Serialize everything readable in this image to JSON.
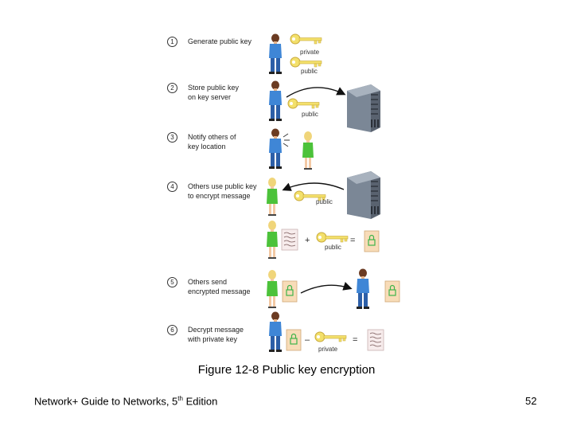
{
  "steps": [
    {
      "num": "1",
      "lines": [
        "Generate public key"
      ]
    },
    {
      "num": "2",
      "lines": [
        "Store public key",
        "on key server"
      ]
    },
    {
      "num": "3",
      "lines": [
        "Notify others of",
        "key location"
      ]
    },
    {
      "num": "4",
      "lines": [
        "Others use public key",
        "to encrypt message"
      ]
    },
    {
      "num": "5",
      "lines": [
        "Others send",
        "encrypted message"
      ]
    },
    {
      "num": "6",
      "lines": [
        "Decrypt message",
        "with private key"
      ]
    }
  ],
  "key_labels": {
    "private": "private",
    "public": "public"
  },
  "operators": {
    "plus": "+",
    "minus": "–",
    "equals": "="
  },
  "caption": "Figure 12-8 Public key encryption",
  "footer": {
    "title_main": "Network+ Guide to Networks, 5",
    "title_sup": "th",
    "title_end": " Edition",
    "page": "52"
  },
  "colors": {
    "key": "#f3e06b",
    "shirt_blue": "#3f86d6",
    "pants": "#2c5fa8",
    "green": "#4cc23a",
    "server": "#7b8796",
    "lock": "#3fb34a"
  }
}
